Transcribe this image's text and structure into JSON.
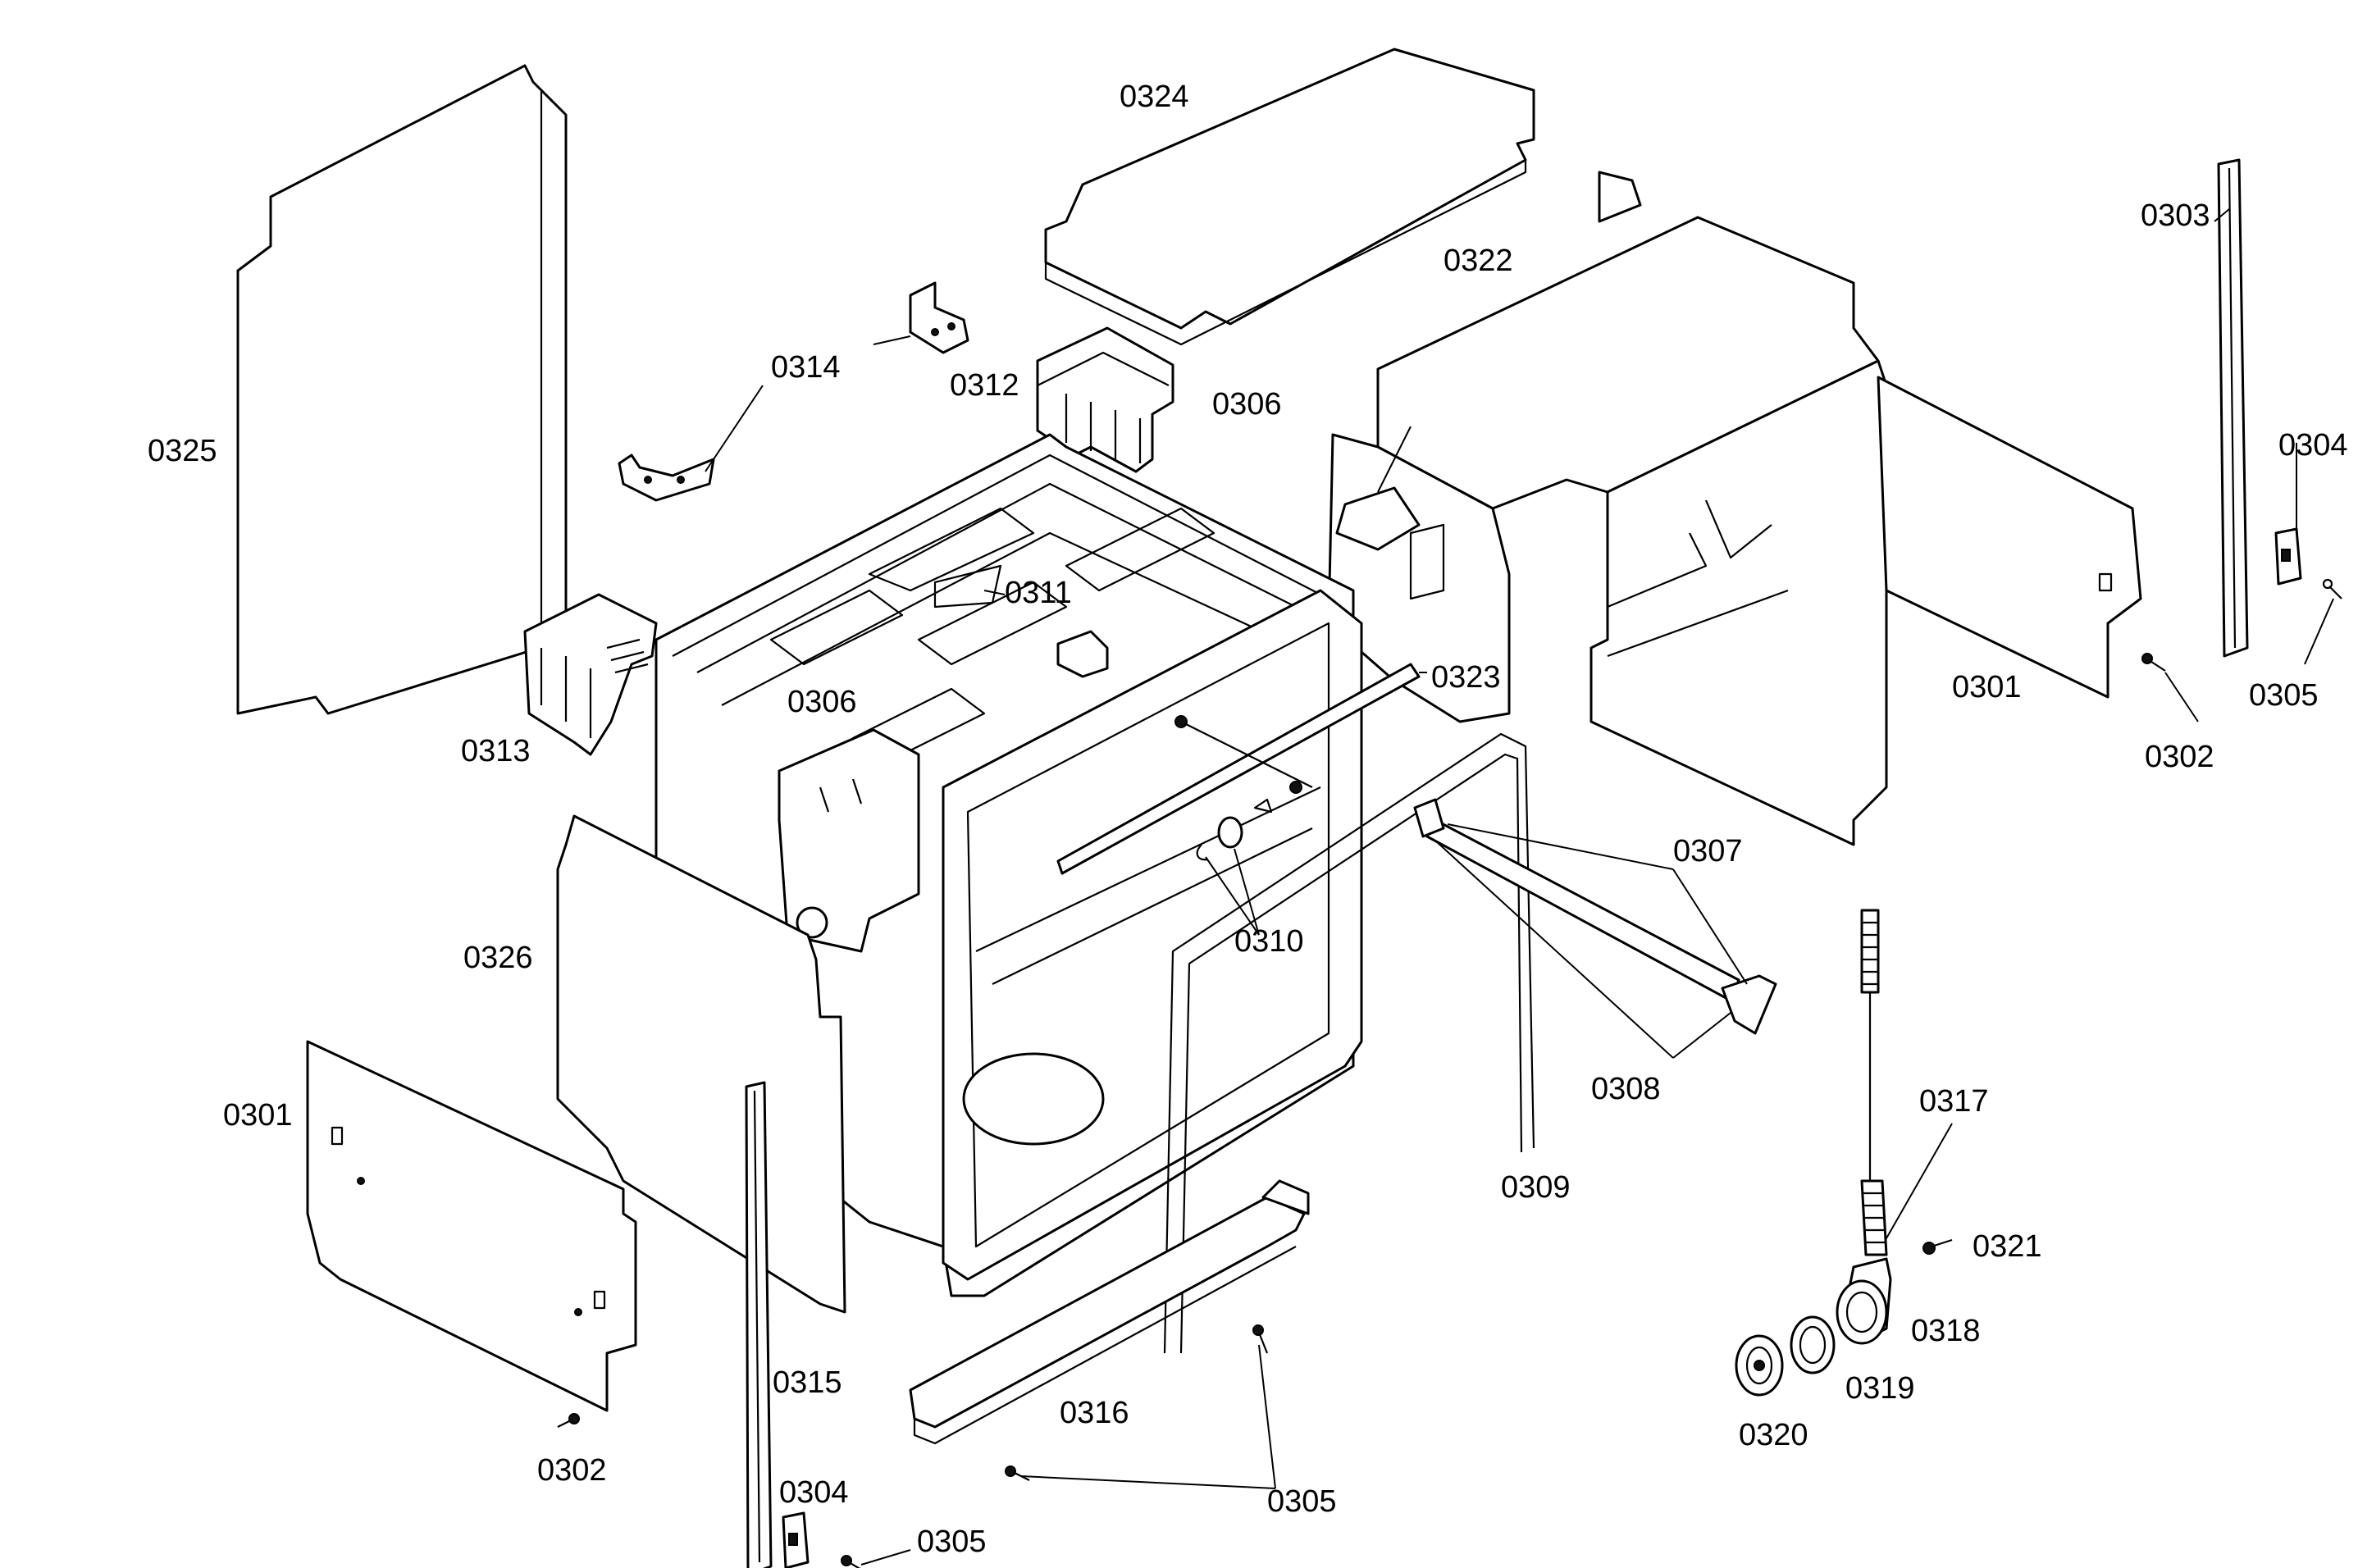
{
  "diagram": {
    "labels": {
      "p0301_left": "0301",
      "p0301_right": "0301",
      "p0302_left": "0302",
      "p0302_right": "0302",
      "p0303": "0303",
      "p0304_left": "0304",
      "p0304_right": "0304",
      "p0305_right": "0305",
      "p0305_bottom": "0305",
      "p0305_left": "0305",
      "p0306_center": "0306",
      "p0306_top": "0306",
      "p0307": "0307",
      "p0308": "0308",
      "p0309": "0309",
      "p0310": "0310",
      "p0311": "0311",
      "p0312": "0312",
      "p0313": "0313",
      "p0314": "0314",
      "p0315": "0315",
      "p0316": "0316",
      "p0317": "0317",
      "p0318": "0318",
      "p0319": "0319",
      "p0320": "0320",
      "p0321": "0321",
      "p0322": "0322",
      "p0323": "0323",
      "p0324": "0324",
      "p0325": "0325",
      "p0326": "0326"
    }
  }
}
